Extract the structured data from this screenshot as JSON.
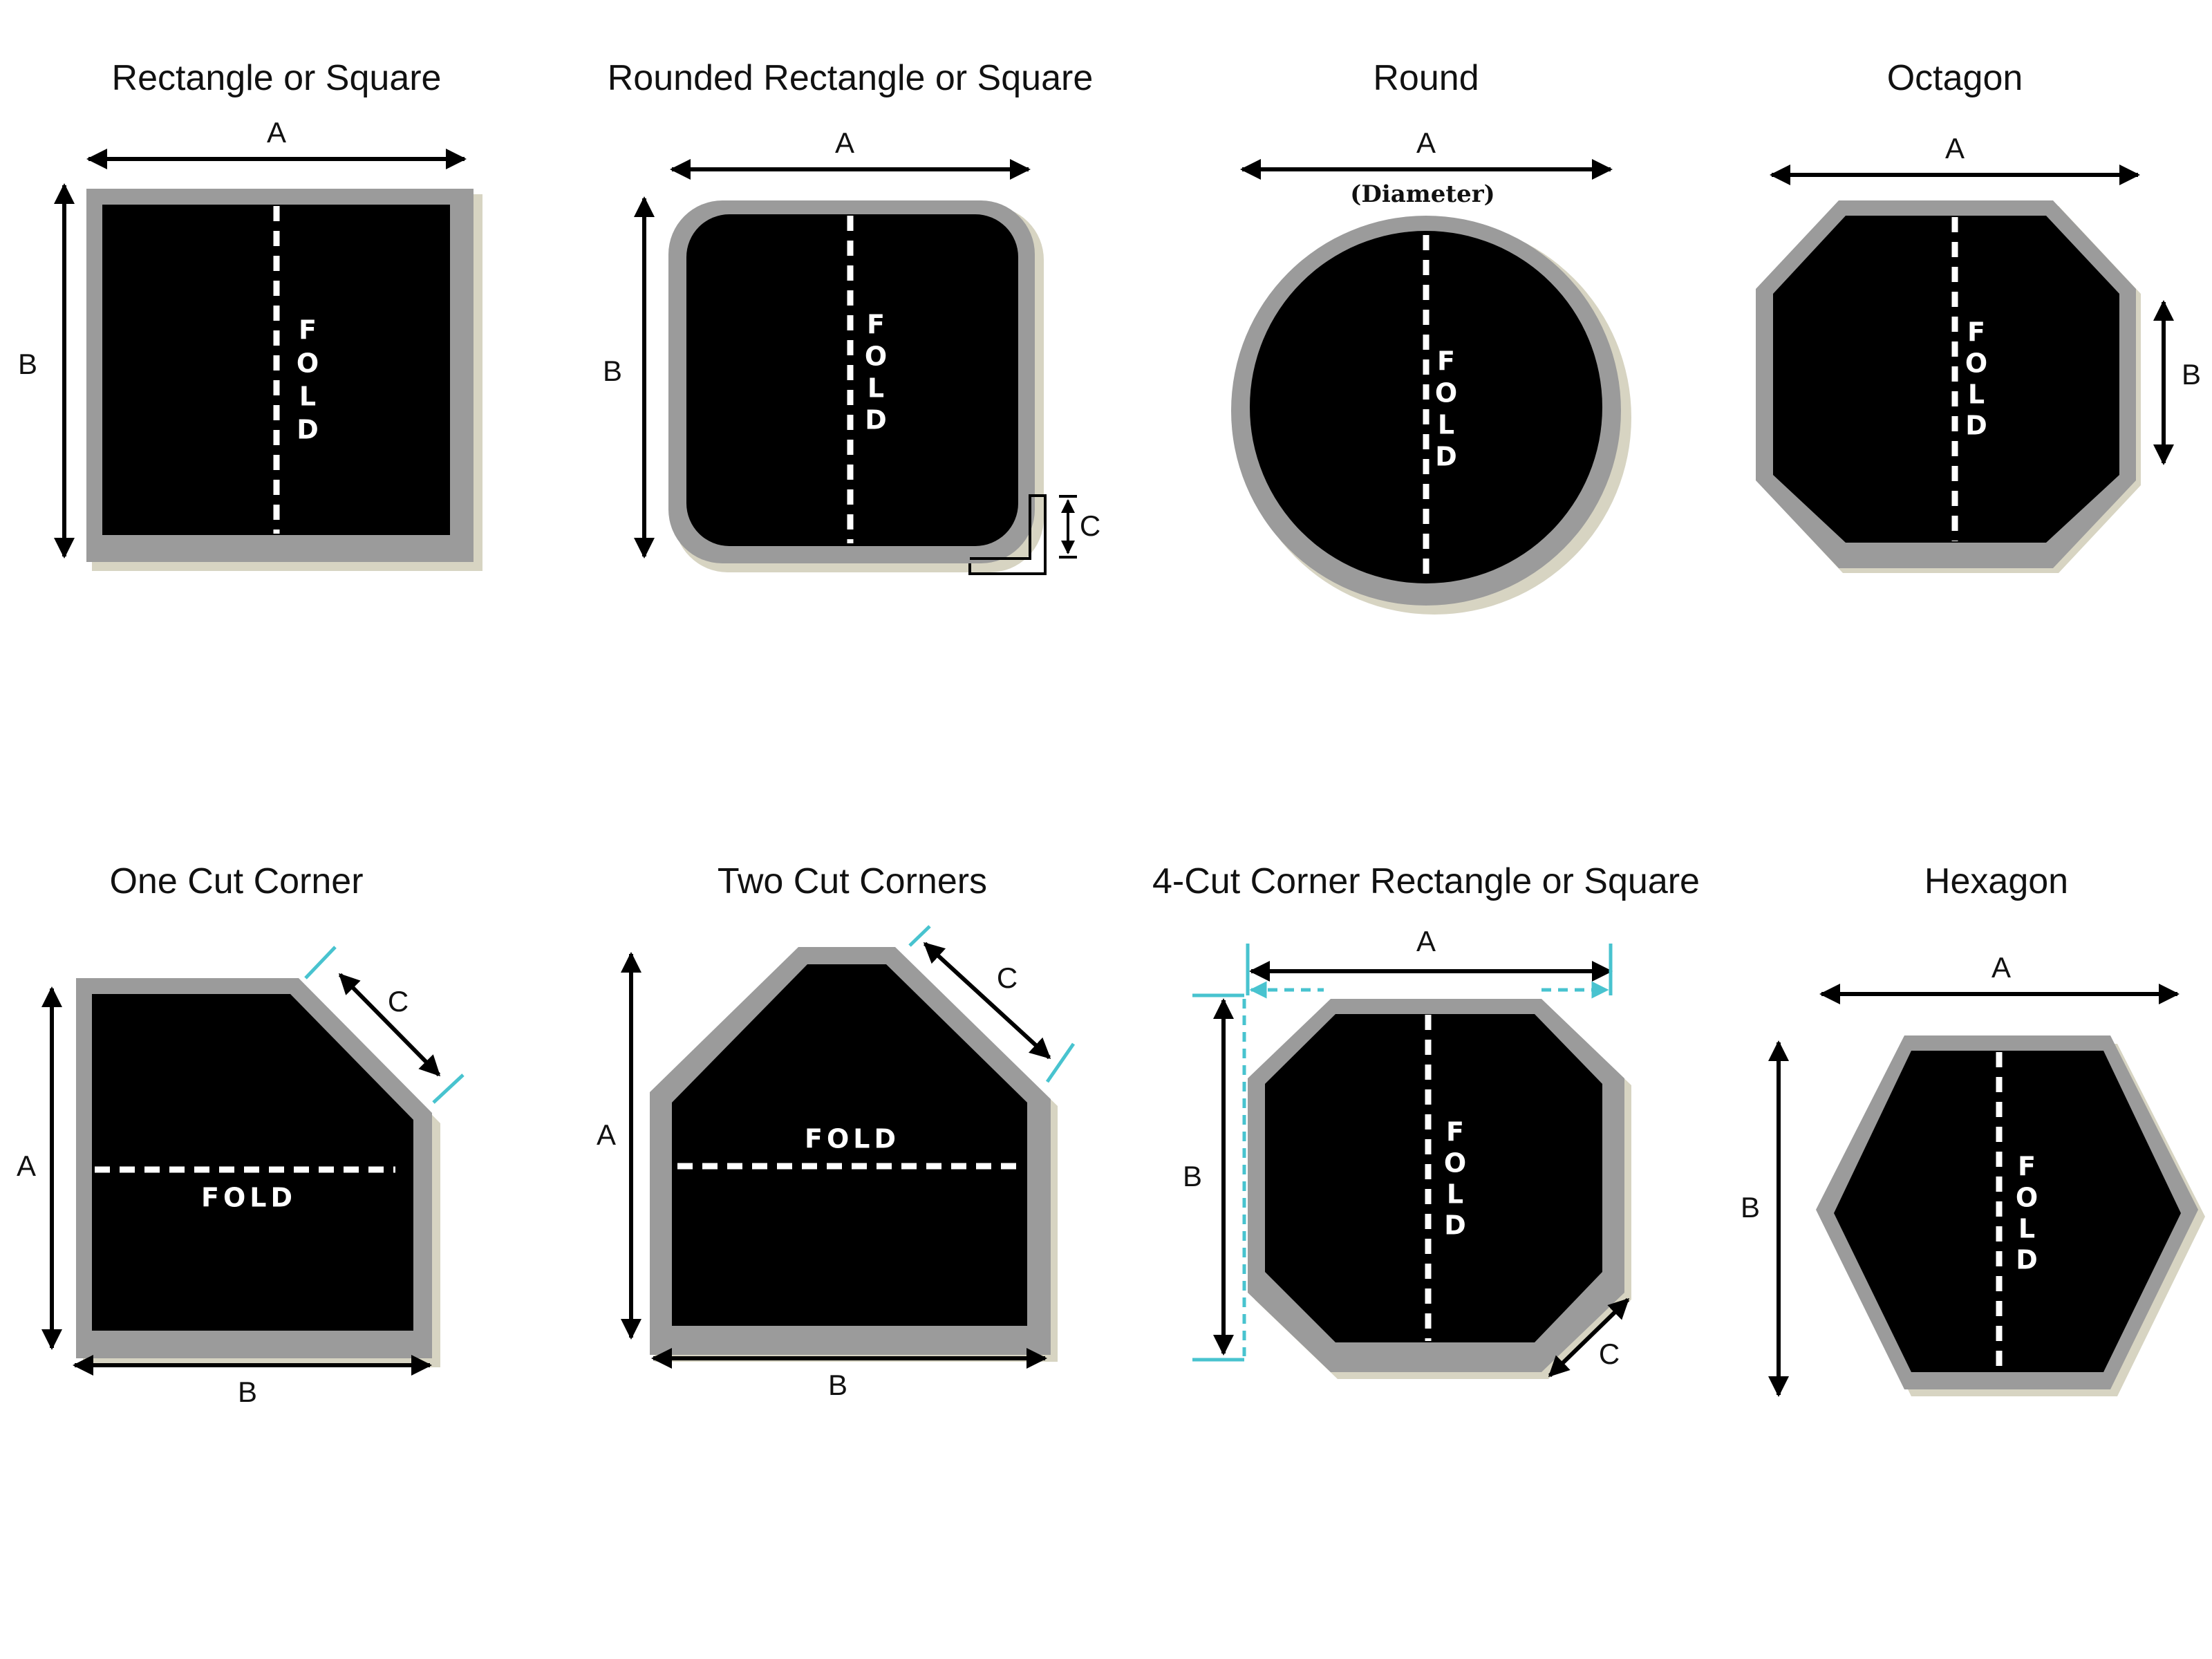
{
  "panels": [
    {
      "id": "rectangle",
      "title": "Rectangle or Square",
      "labels": {
        "a": "A",
        "b": "B"
      },
      "fold": "FOLD"
    },
    {
      "id": "rounded-rectangle",
      "title": "Rounded Rectangle or Square",
      "labels": {
        "a": "A",
        "b": "B",
        "c": "C"
      },
      "fold": "FOLD"
    },
    {
      "id": "round",
      "title": "Round",
      "labels": {
        "a": "A",
        "note": "(Diameter)"
      },
      "fold": "FOLD"
    },
    {
      "id": "octagon",
      "title": "Octagon",
      "labels": {
        "a": "A",
        "b": "B"
      },
      "fold": "FOLD"
    },
    {
      "id": "one-cut-corner",
      "title": "One Cut Corner",
      "labels": {
        "a": "A",
        "b": "B",
        "c": "C"
      },
      "fold": "FOLD"
    },
    {
      "id": "two-cut-corners",
      "title": "Two Cut Corners",
      "labels": {
        "a": "A",
        "b": "B",
        "c": "C"
      },
      "fold": "FOLD"
    },
    {
      "id": "four-cut-corner",
      "title": "4-Cut Corner Rectangle or Square",
      "labels": {
        "a": "A",
        "b": "B",
        "c": "C"
      },
      "fold": "FOLD"
    },
    {
      "id": "hexagon",
      "title": "Hexagon",
      "labels": {
        "a": "A",
        "b": "B"
      },
      "fold": "FOLD"
    }
  ],
  "colors": {
    "interior": "#000000",
    "rim": "#9b9b9b",
    "shadow": "#d7d4c2",
    "guide": "#48c3cf",
    "background": "#ffffff"
  }
}
